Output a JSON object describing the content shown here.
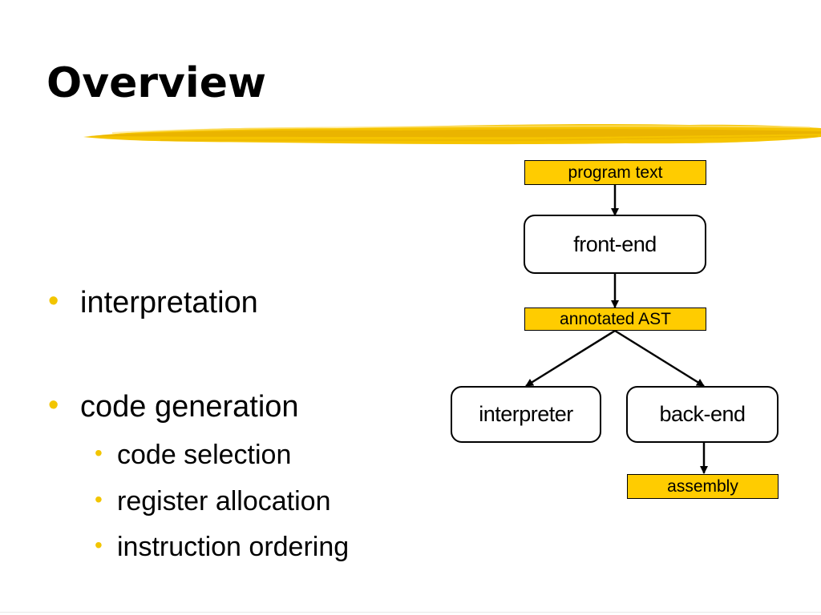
{
  "slide": {
    "title": "Overview",
    "bullets": [
      {
        "text": "interpretation",
        "level": 1
      },
      {
        "text": "code generation",
        "level": 1
      },
      {
        "text": "code selection",
        "level": 2
      },
      {
        "text": "register allocation",
        "level": 2
      },
      {
        "text": "instruction ordering",
        "level": 2
      }
    ],
    "bullet_glyph": "•"
  },
  "diagram": {
    "program_text": "program text",
    "front_end": "front-end",
    "annotated_ast": "annotated AST",
    "interpreter": "interpreter",
    "back_end": "back-end",
    "assembly": "assembly"
  },
  "colors": {
    "accent_yellow": "#ffcc00",
    "bullet_yellow": "#f2c500",
    "brush_yellow": "#f5c400"
  }
}
